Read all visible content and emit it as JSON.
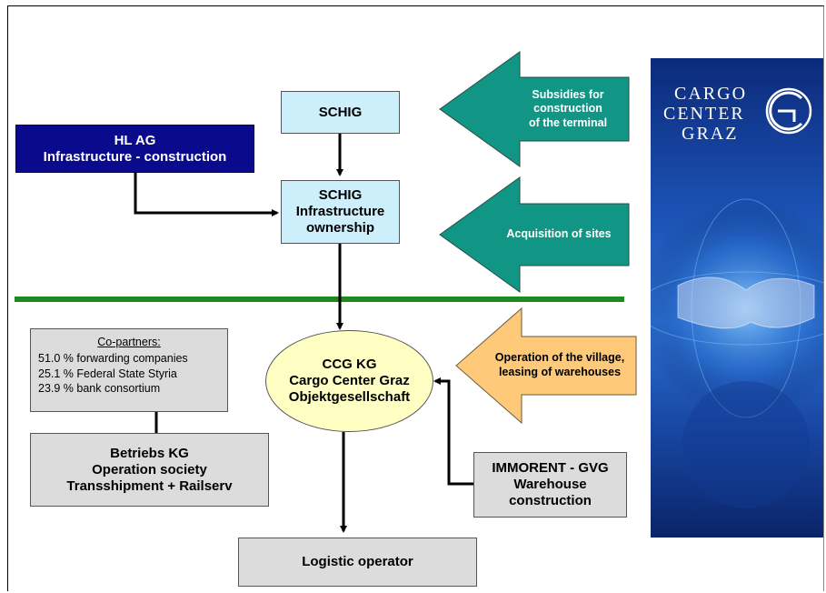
{
  "nodes": {
    "schig_top": [
      "SCHIG"
    ],
    "hl_ag": [
      "HL AG",
      "Infrastructure - construction"
    ],
    "schig_infra": [
      "SCHIG",
      "Infrastructure",
      "ownership"
    ],
    "ccg": [
      "CCG KG",
      "Cargo Center Graz",
      "Objektgesellschaft"
    ],
    "betriebs": [
      "Betriebs KG",
      "Operation society",
      "Transshipment + Railserv"
    ],
    "immorent": [
      "IMMORENT - GVG",
      "Warehouse",
      "construction"
    ],
    "logistic": [
      "Logistic operator"
    ]
  },
  "partners": {
    "title": "Co-partners:",
    "items": [
      "51.0 % forwarding companies",
      "25.1 % Federal State Styria",
      "23.9 % bank consortium"
    ]
  },
  "arrows": {
    "subsidies": [
      "Subsidies for",
      "construction",
      "of the terminal"
    ],
    "acquisition": [
      "Acquisition of sites"
    ],
    "operation": [
      "Operation of the village,",
      "leasing of warehouses"
    ]
  },
  "brand": {
    "line1": "CARGO",
    "line2": "CENTER",
    "line3": "GRAZ"
  },
  "colors": {
    "teal": "#119584",
    "orange": "#ffc97a",
    "navy": "#0a0a8c",
    "light_blue": "#cdeefb",
    "ellipse_yellow": "#ffffc4",
    "grey": "#dcdcdc",
    "divider_green": "#1f8a1f"
  }
}
